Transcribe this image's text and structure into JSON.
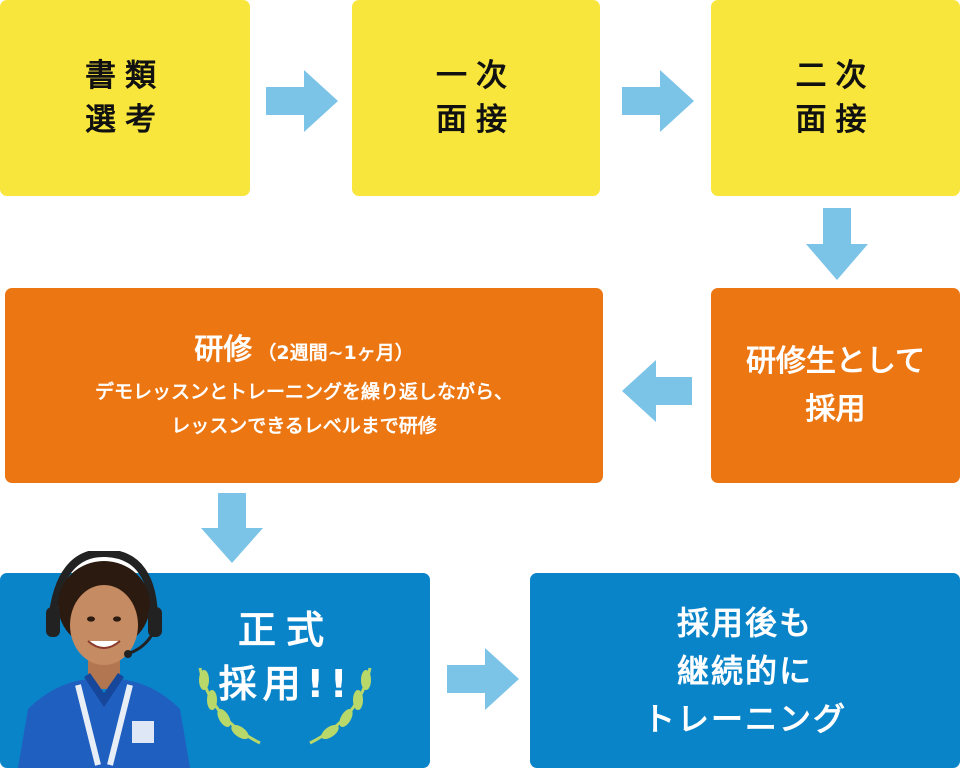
{
  "steps": {
    "step1": {
      "line1": "書類",
      "line2": "選考"
    },
    "step2": {
      "line1": "一次",
      "line2": "面接"
    },
    "step3": {
      "line1": "二次",
      "line2": "面接"
    },
    "step4": {
      "line1": "研修生として",
      "line2": "採用"
    },
    "step5": {
      "title": "研修",
      "paren": "（2週間~1ヶ月）",
      "desc1": "デモレッスンとトレーニングを繰り返しながら、",
      "desc2": "レッスンできるレベルまで研修"
    },
    "step6": {
      "line1": "正式",
      "line2": "採用!!"
    },
    "step7": {
      "line1": "採用後も",
      "line2": "継続的に",
      "line3": "トレーニング"
    }
  },
  "colors": {
    "yellow": "#f8e63c",
    "orange": "#ec7612",
    "blue": "#0a84c9",
    "arrow": "#7cc3e8"
  }
}
